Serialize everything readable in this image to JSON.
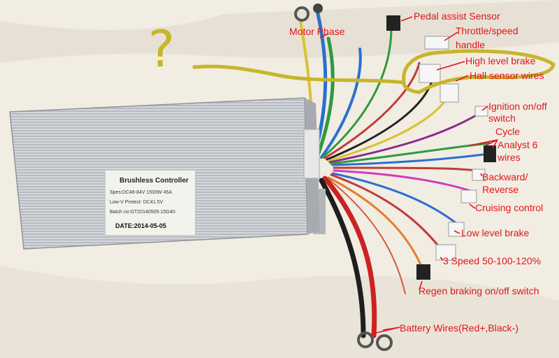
{
  "nameplate": {
    "title": "Brushless   Controller",
    "spec": "Spes:DC48-84V   1500W   45A",
    "lowv": "Low-V  Protect: DC41.5V",
    "batch": "Batch  no:GT20140505-15G40",
    "date": "DATE:2014-05-05"
  },
  "annotation_mark": "?",
  "labels": {
    "motor_phase": "Motor Phase",
    "pedal_assist": "Pedal assist Sensor",
    "throttle_1": "Throttle/speed",
    "throttle_2": "handle",
    "high_brake": "High level brake",
    "hall_sensor": "Hall sensor wires",
    "ignition_1": "Ignition on/off",
    "ignition_2": "switch",
    "cycle_1": "Cycle",
    "cycle_2": "Analyst 6",
    "cycle_3": "wires",
    "backward_1": "Backward/",
    "backward_2": "Reverse",
    "cruising": "Cruising control",
    "low_brake": "Low level brake",
    "speed3": "3 Speed 50-100-120%",
    "regen": "Regen braking on/off switch",
    "battery": "Battery Wires(Red+,Black-)"
  },
  "colors": {
    "label": "#e4141b",
    "highlight": "#c7b52a",
    "controller_body": "#c9ccd0",
    "background": "#f1ede2"
  }
}
